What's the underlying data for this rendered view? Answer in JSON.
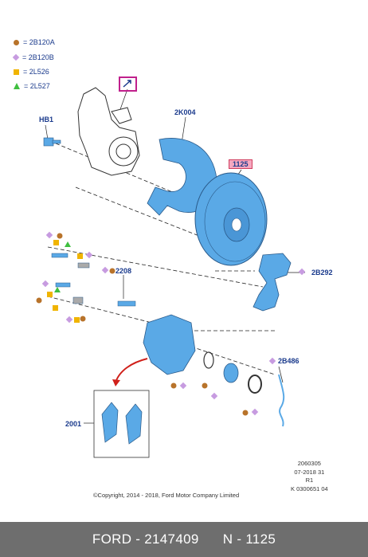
{
  "legend": [
    {
      "symbol": "circle",
      "color": "#b8732a",
      "code": "= 2B120A"
    },
    {
      "symbol": "diamond",
      "color": "#c79be0",
      "code": "= 2B120B"
    },
    {
      "symbol": "square",
      "color": "#f0b400",
      "code": "= 2L526"
    },
    {
      "symbol": "triangle",
      "color": "#3fbf3f",
      "code": "= 2L527"
    }
  ],
  "parts": {
    "hb1": "HB1",
    "shield": "2K004",
    "disc": "1125",
    "carrier": "2B292",
    "pin": "2208",
    "sensor": "2B486",
    "pads": "2001"
  },
  "copyright": "©Copyright, 2014 - 2018, Ford Motor Company Limited",
  "ref": {
    "line1": "2060305",
    "line2": "07-2018 31",
    "line3": "R1",
    "line4": "K 0300651 04"
  },
  "footer": {
    "brand": "FORD",
    "part_number": "2147409",
    "ref": "N - 1125"
  },
  "colors": {
    "part_blue": "#5aa9e6",
    "label_blue": "#1a3a8c",
    "highlight_pink": "#f6a8c0",
    "footer_gray": "#6e6e6e"
  }
}
